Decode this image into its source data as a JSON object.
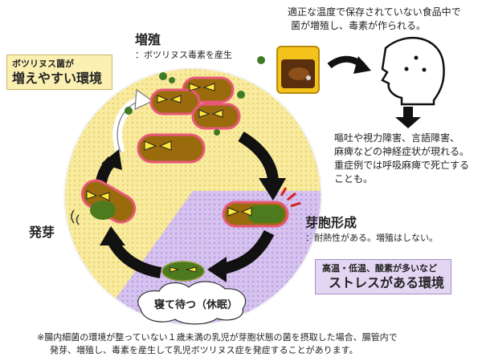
{
  "condition_box": {
    "line1": "ボツリヌス菌が",
    "line2": "増えやすい環境"
  },
  "stage_growth": {
    "title": "増殖",
    "note": "：ボツリヌス毒素を産生"
  },
  "stage_sporulation": {
    "title": "芽胞形成",
    "note": "：耐熱性がある。増殖はしない。"
  },
  "stage_germination": {
    "title": "発芽"
  },
  "stage_dormant": {
    "label": "寝て待つ（休眠）"
  },
  "stress_box": {
    "line1": "高温・低温、酸素が多いなど",
    "line2": "ストレスがある環境"
  },
  "food_note": {
    "line1": "適正な温度で保存されていない食品中で",
    "line2": "菌が増殖し、毒素が作られる。"
  },
  "symptoms": {
    "line1": "嘔吐や視力障害、言語障害、",
    "line2": "麻痺などの神経症状が現れる。",
    "line3": "重症例では呼吸麻痺で死亡する",
    "line4": "ことも。"
  },
  "footnote": {
    "line1": "※腸内細菌の環境が整っていない１歳未満の乳児が芽胞状態の菌を摂取した場合、腸管内で",
    "line2": "発芽、増殖し、毒素を産生して乳児ボツリヌス症を発症することがあります。"
  },
  "colors": {
    "yellow_zone": "#f6e48e",
    "purple_zone": "#c9b0e6",
    "bacteria_fill": "#9a6b0c",
    "bacteria_glow": "#e8587a",
    "spore_fill": "#4e7a1e",
    "toxin_dot": "#3f7a25",
    "stress_mark": "#d81e1e"
  }
}
